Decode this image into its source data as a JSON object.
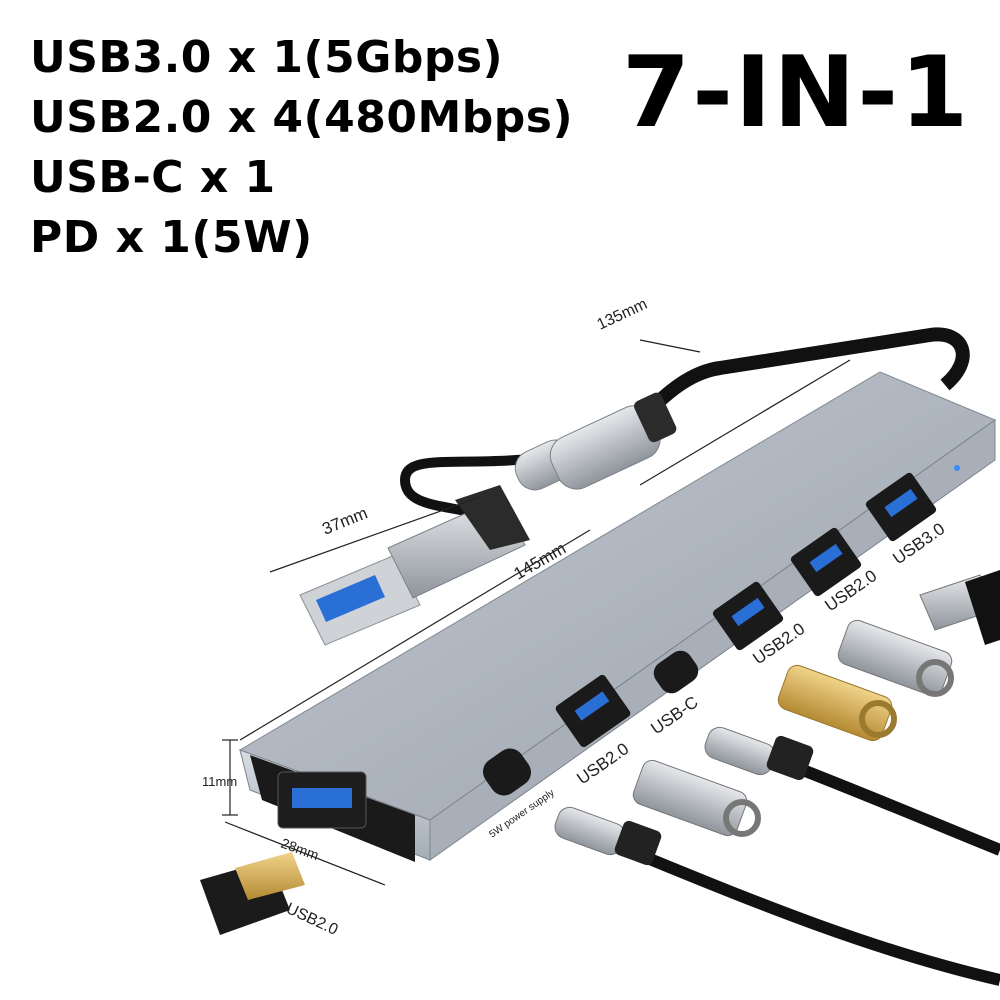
{
  "specs": [
    "USB3.0 x 1(5Gbps)",
    "USB2.0 x 4(480Mbps)",
    "USB-C x 1",
    "PD x 1(5W)"
  ],
  "headline": "7-IN-1",
  "dimensions": {
    "cable_length": "135mm",
    "plug_length": "37mm",
    "hub_length": "145mm",
    "hub_height": "11mm",
    "port_width": "28mm"
  },
  "port_labels": {
    "usb30": "USB3.0",
    "usb20_a": "USB2.0",
    "usb20_b": "USB2.0",
    "usbc": "USB-C",
    "usb20_c": "USB2.0",
    "power": "5W power supply",
    "front": "USB2.0"
  },
  "colors": {
    "hub_body": "#aeb5bf",
    "hub_face": "#c8ced6",
    "port_blue": "#2a6fd6",
    "gold": "#d4aa4a",
    "cable": "#111111"
  }
}
